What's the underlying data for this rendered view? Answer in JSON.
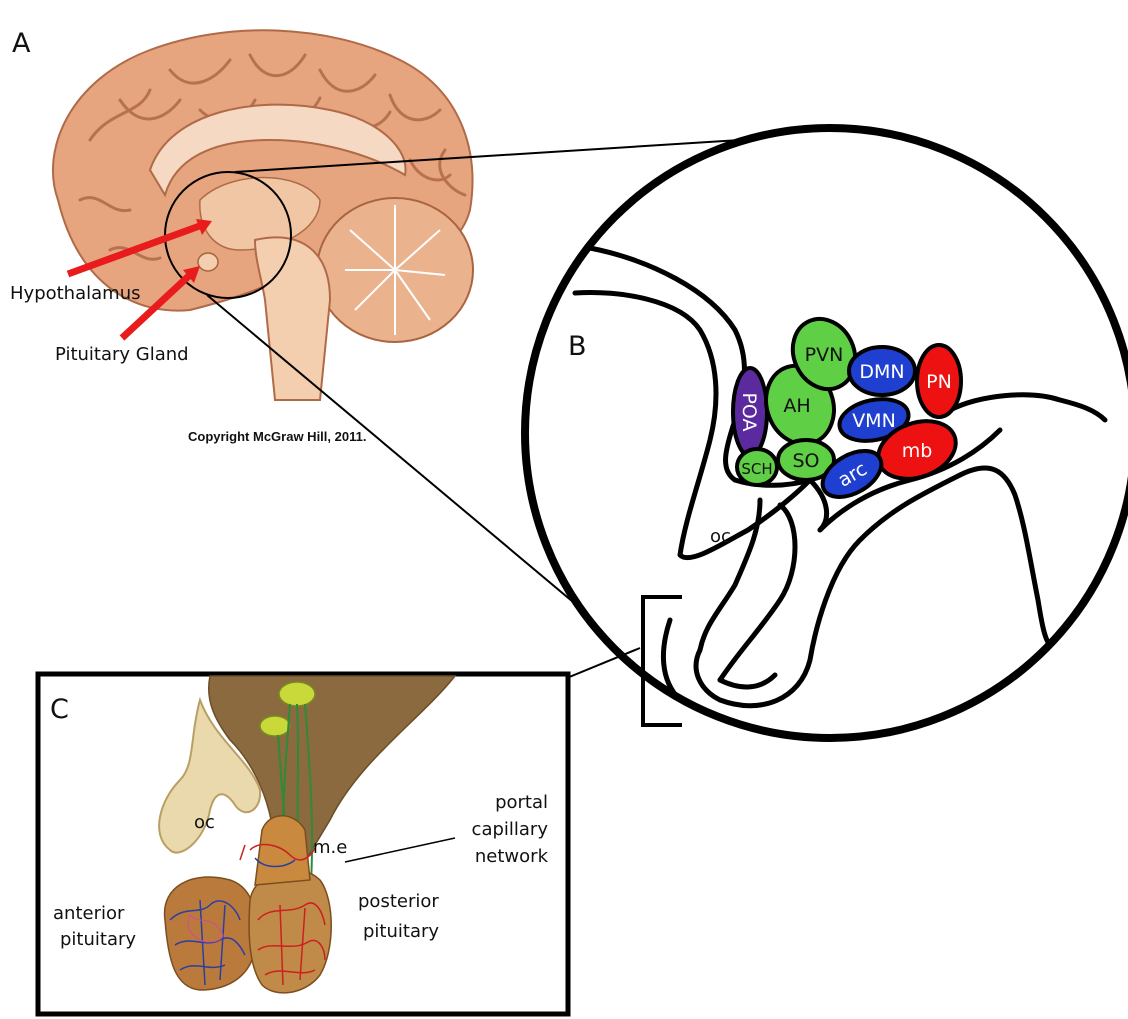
{
  "panels": {
    "a": {
      "letter": "A",
      "hypothalamus_label": "Hypothalamus",
      "pituitary_label": "Pituitary Gland",
      "copyright": "Copyright McGraw Hill, 2011."
    },
    "b": {
      "letter": "B",
      "optic_chiasm_label": "oc"
    },
    "c": {
      "letter": "C",
      "optic_chiasm_label": "oc",
      "median_eminence_label": "m.e",
      "portal_label_1": "portal",
      "portal_label_2": "capillary",
      "portal_label_3": "network",
      "anterior_label_1": "anterior",
      "anterior_label_2": "pituitary",
      "posterior_label_1": "posterior",
      "posterior_label_2": "pituitary"
    }
  },
  "nuclei": {
    "poa": {
      "label": "POA",
      "color": "#5b2a9e"
    },
    "ah": {
      "label": "AH",
      "color": "#5fcf45"
    },
    "pvn": {
      "label": "PVN",
      "color": "#5fcf45"
    },
    "dmn": {
      "label": "DMN",
      "color": "#1f3fd0"
    },
    "pn": {
      "label": "PN",
      "color": "#ee1111"
    },
    "vmn": {
      "label": "VMN",
      "color": "#1f3fd0"
    },
    "mb": {
      "label": "mb",
      "color": "#ee1111"
    },
    "sch": {
      "label": "SCH",
      "color": "#5fcf45"
    },
    "so": {
      "label": "SO",
      "color": "#5fcf45"
    },
    "arc": {
      "label": "arc",
      "color": "#1f3fd0"
    }
  },
  "colors": {
    "brain": "#e2a27a",
    "brain_fold": "#b8714f",
    "arrow": "#e81c1c",
    "stalk": "#8a6a3e",
    "vein": "#2b3fa0",
    "artery": "#cc2020",
    "neuron": "#c9d93a"
  }
}
